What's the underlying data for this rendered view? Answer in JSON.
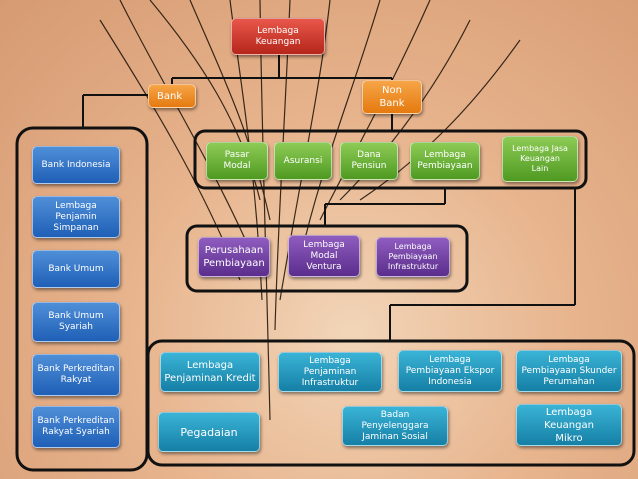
{
  "root": {
    "label": "Lembaga\nKeuangan"
  },
  "bank": {
    "label": "Bank"
  },
  "non_bank": {
    "label": "Non\nBank"
  },
  "bank_items": [
    "Bank Indonesia",
    "Lembaga\nPenjamin\nSimpanan",
    "Bank Umum",
    "Bank Umum\nSyariah",
    "Bank Perkreditan\nRakyat",
    "Bank Perkreditan\nRakyat Syariah"
  ],
  "non_bank_items": [
    "Pasar\nModal",
    "Asuransi",
    "Dana\nPensiun",
    "Lembaga\nPembiayaan",
    "Lembaga Jasa\nKeuangan\nLain"
  ],
  "pembiayaan_items": [
    "Perusahaan\nPembiayaan",
    "Lembaga\nModal\nVentura",
    "Lembaga\nPembiayaan\nInfrastruktur"
  ],
  "lain_items": [
    "Lembaga\nPenjaminan Kredit",
    "Lembaga Penjaminan\nInfrastruktur",
    "Lembaga\nPembiayaan Ekspor\nIndonesia",
    "Lembaga\nPembiayaan Skunder\nPerumahan",
    "Pegadaian",
    "Badan Penyelenggara\nJaminan Sosial",
    "Lembaga Keuangan\nMikro"
  ]
}
